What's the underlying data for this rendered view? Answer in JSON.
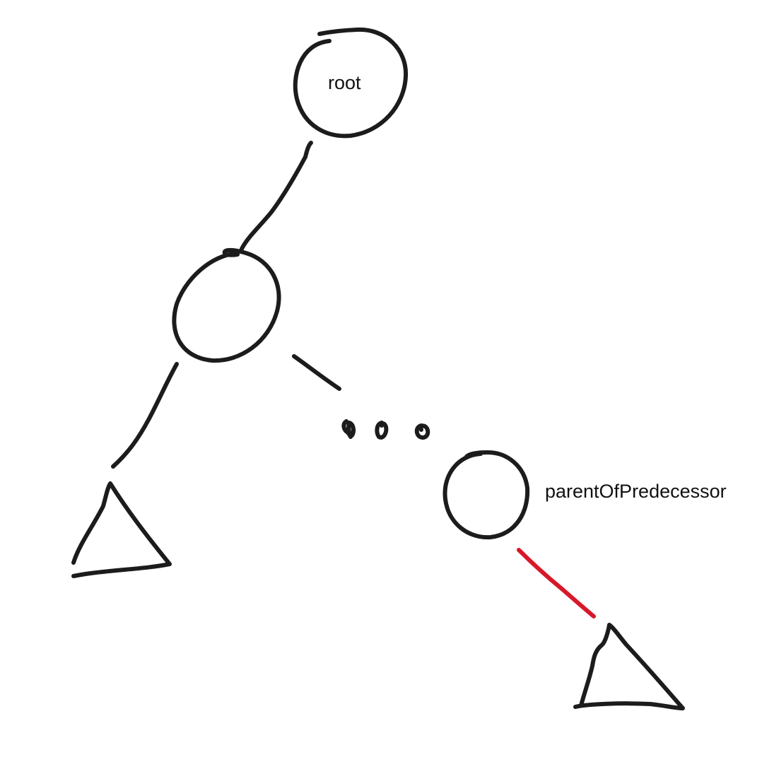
{
  "diagram": {
    "nodes": [
      {
        "id": "root",
        "label": "root"
      },
      {
        "id": "left-child",
        "label": ""
      },
      {
        "id": "parent-of-predecessor",
        "label": "parentOfPredecessor"
      }
    ],
    "subtrees": [
      {
        "id": "left-subtree"
      },
      {
        "id": "predecessor-subtree"
      }
    ],
    "edges": [
      {
        "from": "root",
        "to": "left-child",
        "style": "solid"
      },
      {
        "from": "left-child",
        "to": "left-subtree",
        "style": "solid"
      },
      {
        "from": "left-child",
        "to": "parent-of-predecessor",
        "style": "ellipsis"
      },
      {
        "from": "parent-of-predecessor",
        "to": "predecessor-subtree",
        "style": "highlighted"
      }
    ],
    "colors": {
      "ink": "#1c1c1c",
      "highlight": "#d8182a",
      "background": "#ffffff"
    }
  }
}
